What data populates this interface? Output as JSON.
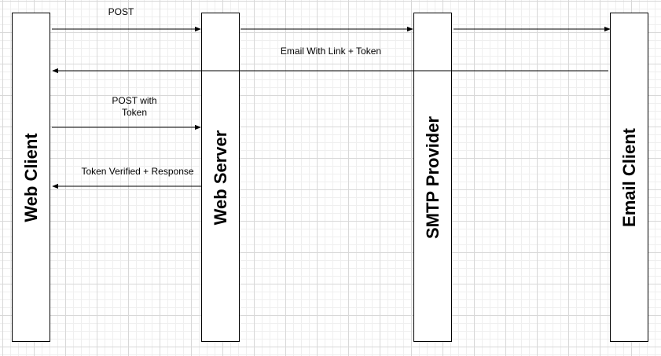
{
  "diagram": {
    "lifelines": [
      {
        "id": "web-client",
        "label": "Web Client"
      },
      {
        "id": "web-server",
        "label": "Web Server"
      },
      {
        "id": "smtp-provider",
        "label": "SMTP Provider"
      },
      {
        "id": "email-client",
        "label": "Email Client"
      }
    ],
    "messages": [
      {
        "from": "web-client",
        "to": "web-server",
        "label": [
          "POST"
        ]
      },
      {
        "from": "web-server",
        "to": "smtp-provider",
        "label": []
      },
      {
        "from": "smtp-provider",
        "to": "email-client",
        "label": []
      },
      {
        "from": "email-client",
        "to": "web-client",
        "label": [
          "Email With Link + Token"
        ]
      },
      {
        "from": "web-client",
        "to": "web-server",
        "label": [
          "POST with",
          "Token"
        ]
      },
      {
        "from": "web-server",
        "to": "web-client",
        "label": [
          "Token Verified + Response"
        ]
      }
    ]
  }
}
